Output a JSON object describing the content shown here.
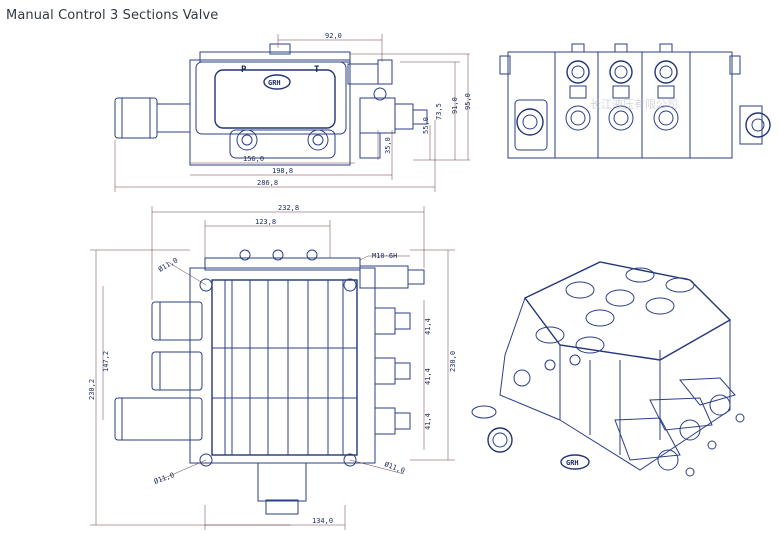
{
  "page": {
    "title": "Manual Control 3 Sections Valve"
  },
  "top_view": {
    "port_p": "P",
    "port_t": "T",
    "logo": "GRH",
    "dims": {
      "d92": "92,0",
      "d156": "156,0",
      "d198": "198,8",
      "d286": "286,8",
      "d35": "35,0",
      "d55": "55,0",
      "d735": "73,5",
      "d91": "91,0",
      "d95": "95,0"
    }
  },
  "side_view": {
    "watermark": "长江液压有限公司"
  },
  "front_view": {
    "dims": {
      "d232": "232,8",
      "d123": "123,8",
      "m10": "M10-6H",
      "phi11a": "Ø11,0",
      "phi11b": "Ø11,0",
      "phi11c": "Ø11,0",
      "d147": "147,2",
      "d230": "230,2",
      "d230b": "230,0",
      "d41a": "41,4",
      "d41b": "41,4",
      "d41c": "41,4",
      "d134": "134,0"
    }
  },
  "iso_view": {
    "logo": "GRH"
  }
}
